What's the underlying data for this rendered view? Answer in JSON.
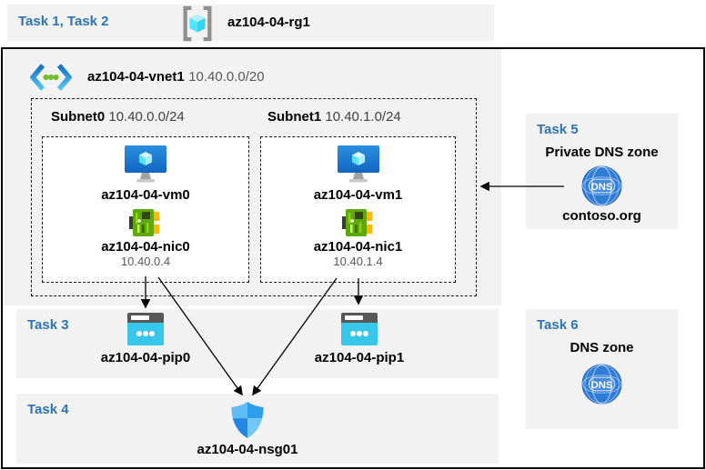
{
  "header": {
    "tasks_label": "Task 1, Task 2",
    "resource_group_name": "az104-04-rg1",
    "rg_icon": "resource-group-icon"
  },
  "vnet": {
    "icon": "virtual-network-icon",
    "name": "az104-04-vnet1",
    "cidr": "10.40.0.0/20",
    "subnets": [
      {
        "name": "Subnet0",
        "cidr": "10.40.0.0/24",
        "vm_name": "az104-04-vm0",
        "vm_icon": "virtual-machine-icon",
        "nic_name": "az104-04-nic0",
        "nic_icon": "network-interface-icon",
        "private_ip": "10.40.0.4"
      },
      {
        "name": "Subnet1",
        "cidr": "10.40.1.0/24",
        "vm_name": "az104-04-vm1",
        "vm_icon": "virtual-machine-icon",
        "nic_name": "az104-04-nic1",
        "nic_icon": "network-interface-icon",
        "private_ip": "10.40.1.4"
      }
    ]
  },
  "task3": {
    "label": "Task 3",
    "public_ips": [
      {
        "name": "az104-04-pip0",
        "icon": "public-ip-icon"
      },
      {
        "name": "az104-04-pip1",
        "icon": "public-ip-icon"
      }
    ]
  },
  "task4": {
    "label": "Task 4",
    "nsg_name": "az104-04-nsg01",
    "nsg_icon": "network-security-group-shield-icon"
  },
  "task5": {
    "label": "Task 5",
    "title": "Private DNS zone",
    "zone_name": "contoso.org",
    "icon": "dns-zone-icon",
    "dns_icon_text": "DNS"
  },
  "task6": {
    "label": "Task 6",
    "title": "DNS zone",
    "icon": "dns-zone-icon",
    "dns_icon_text": "DNS"
  },
  "connections": [
    {
      "from": "az104-04-nic0",
      "to": "az104-04-pip0"
    },
    {
      "from": "az104-04-nic1",
      "to": "az104-04-pip1"
    },
    {
      "from": "az104-04-nic0",
      "to": "az104-04-nsg01"
    },
    {
      "from": "az104-04-nic1",
      "to": "az104-04-nsg01"
    },
    {
      "from": "contoso.org",
      "to": "Subnet1"
    }
  ],
  "colors": {
    "panel_bg": "#f2f2f2",
    "task_label": "#2E74B5",
    "muted_text": "#595959",
    "border": "#000000",
    "vm_blue": "#1577d0",
    "cube_cyan": "#50e6ff",
    "nic_green": "#5fa80a",
    "nic_yellow": "#ffb900",
    "pip_cyan": "#38c6ea",
    "dns_blue": "#2e7cd6",
    "shield_blue_light": "#60baf3",
    "shield_blue_dark": "#2387e2",
    "vnet_dot_green": "#76bc2d"
  }
}
